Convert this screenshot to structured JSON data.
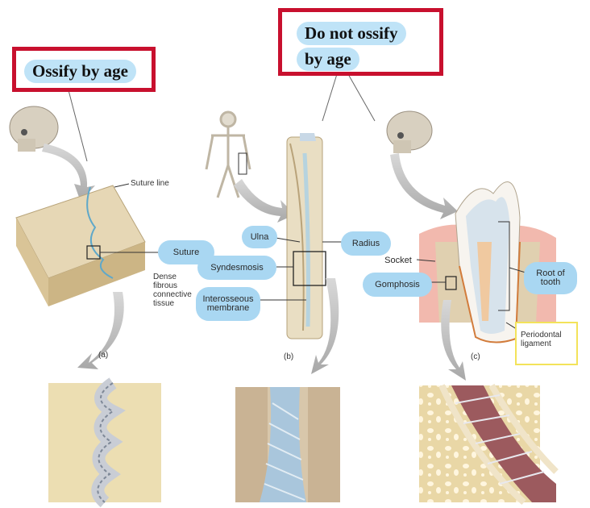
{
  "titles": {
    "left": "Ossify by age",
    "right_line1": "Do not ossify",
    "right_line2": "by age"
  },
  "panel_a": {
    "caption": "(a)",
    "suture_line": "Suture line",
    "suture": "Suture",
    "dense_line1": "Dense",
    "dense_line2": "fibrous",
    "dense_line3": "connective",
    "dense_line4": "tissue"
  },
  "panel_b": {
    "caption": "(b)",
    "ulna": "Ulna",
    "radius": "Radius",
    "syndesmosis": "Syndesmosis",
    "interosseous_line1": "Interosseous",
    "interosseous_line2": "membrane"
  },
  "panel_c": {
    "caption": "(c)",
    "socket": "Socket",
    "gomphosis": "Gomphosis",
    "root_line1": "Root of",
    "root_line2": "tooth",
    "periodontal_line1": "Periodontal",
    "periodontal_line2": "ligament"
  },
  "colors": {
    "title_border": "#c8102e",
    "label_fill": "#a9d7f2",
    "bone": "#e8dcc0",
    "gum": "#f2b9ae",
    "highlight_box": "#f3e35a"
  }
}
